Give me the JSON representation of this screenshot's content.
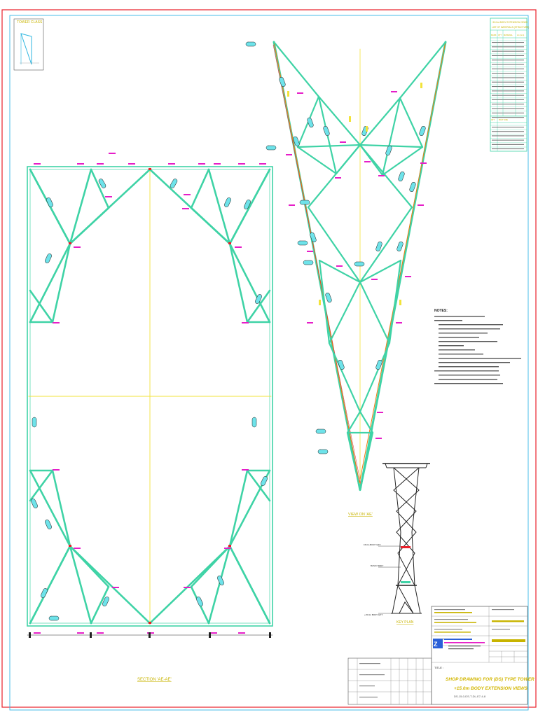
{
  "corner_note": {
    "label": "TOWER CLASS"
  },
  "views": {
    "section_label": "SECTION 'AE-AE'",
    "view_label": "VIEW ON 'AE'",
    "key_plan_label": "KEY PLAN"
  },
  "materials_table": {
    "title_line1": "+15.0m BODY EXTENSION VIEWS",
    "title_line2": "LIST OF MATERIALS (STRUCTURE)",
    "headers": [
      "MARK",
      "QTY",
      "MATERIAL",
      "LG (mm)"
    ],
    "bolt_header": [
      "QTY",
      "BOLT SIZE"
    ]
  },
  "notes": {
    "heading": "NOTES:"
  },
  "key_plan": {
    "levels": [
      "15.0m BODY EXT.",
      "BASIC BODY",
      "+15.0m BODY EXT."
    ]
  },
  "title_block": {
    "title_label": "TITLE :",
    "title_line1": "SHOP DRAWING FOR (DS) TYPE TOWER",
    "title_line2": "+15.0m BODY EXTENSION VIEWS",
    "drawing_no": "DS-15-0-DS-T-DL-E7-4-8"
  },
  "colors": {
    "frame_red": "#e8202a",
    "frame_cyan": "#35b6e6",
    "member_green": "#3fd3a6",
    "leg_orange": "#f07a10",
    "centerline_yellow": "#f2e33a",
    "mark_magenta": "#e61ec8",
    "tag_cyan": "#6ee3ea"
  }
}
